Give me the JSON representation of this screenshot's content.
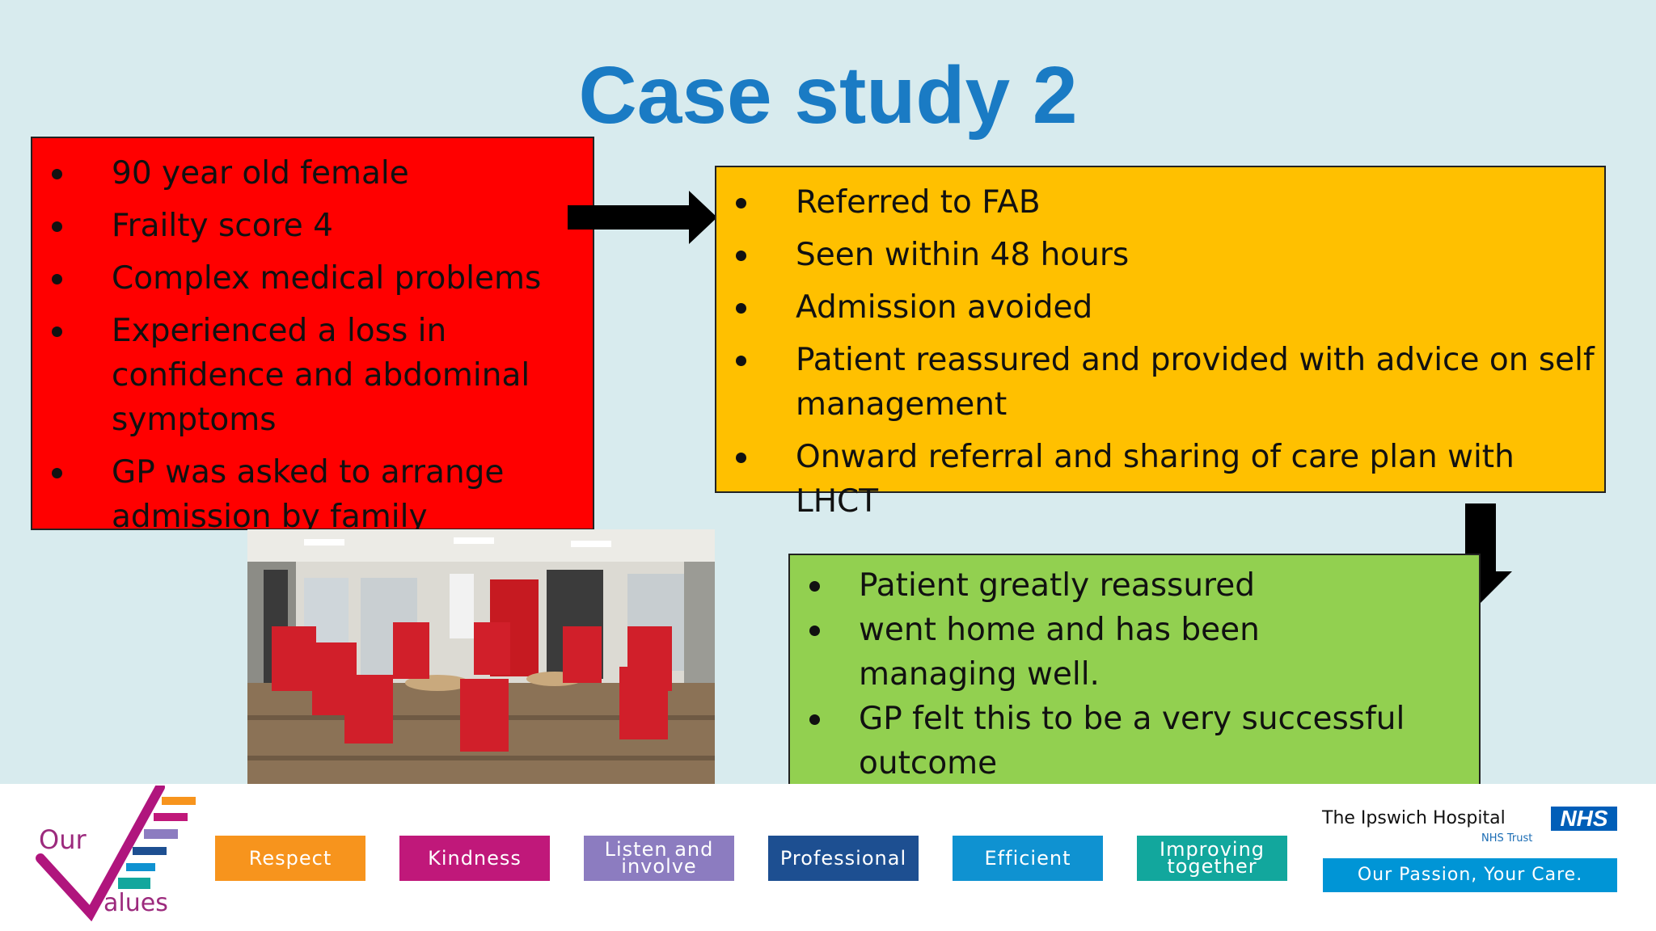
{
  "title": "Case study 2",
  "red_box": {
    "items": [
      "90 year old female",
      "Frailty score 4",
      "Complex medical problems",
      "Experienced a loss in confidence and abdominal symptoms",
      "GP was asked to arrange admission by family"
    ]
  },
  "orange_box": {
    "items": [
      "Referred to FAB",
      "Seen within 48 hours",
      "Admission avoided",
      "Patient reassured and provided with advice on self management",
      "Onward referral and sharing of care plan with LHCT"
    ]
  },
  "green_box": {
    "items": [
      "Patient greatly reassured",
      "went home and has been managing well.",
      "GP felt this to be a very successful outcome"
    ]
  },
  "footer": {
    "our_values_logo": "Our Values",
    "values": [
      {
        "label": "Respect",
        "color": "#f7941d"
      },
      {
        "label": "Kindness",
        "color": "#c0187a"
      },
      {
        "label": "Listen and involve",
        "color": "#8c7cc0"
      },
      {
        "label": "Professional",
        "color": "#1d4f91"
      },
      {
        "label": "Efficient",
        "color": "#0f92d1"
      },
      {
        "label": "Improving together",
        "color": "#12a79d"
      }
    ],
    "hospital_name": "The Ipswich Hospital",
    "nhs_logo": "NHS",
    "trust": "NHS Trust",
    "tagline": "Our Passion, Your Care."
  },
  "colors": {
    "title": "#1a7bc4",
    "red_box": "#ff0000",
    "orange_box": "#ffc000",
    "green_box": "#92d050",
    "background": "#d8ebee"
  }
}
